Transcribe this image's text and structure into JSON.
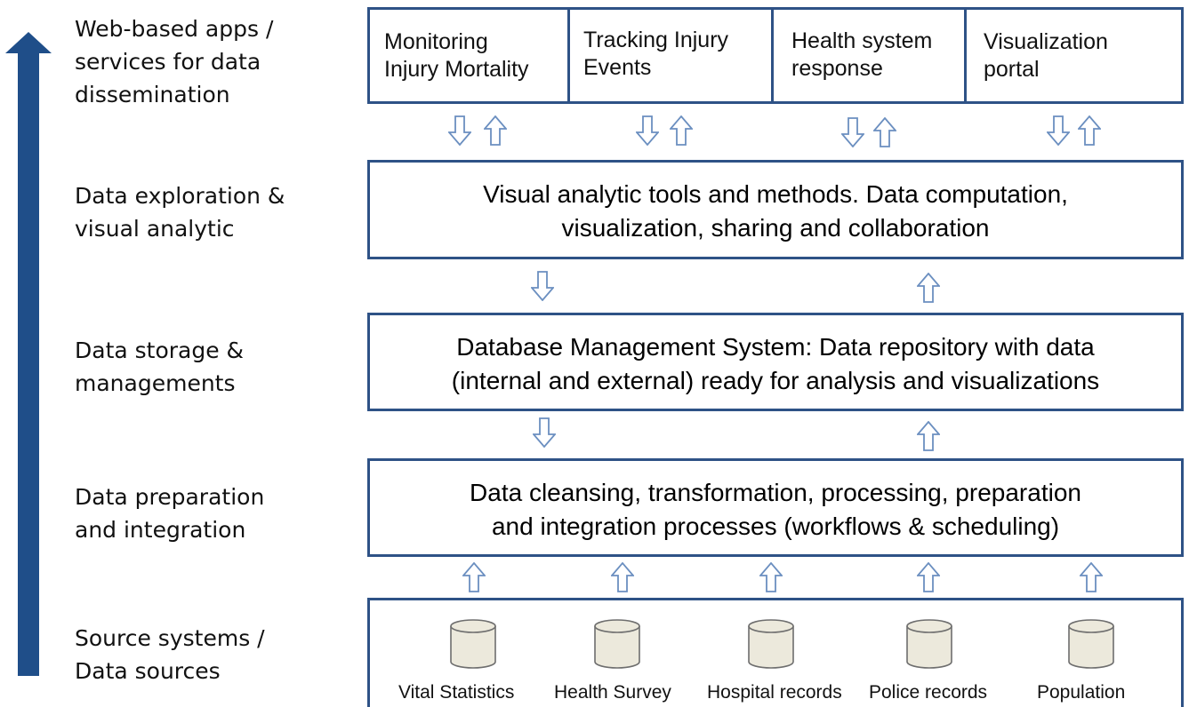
{
  "colors": {
    "box_border": "#2e5286",
    "big_arrow": "#1f4e89",
    "small_arrow": "#6b8fc0",
    "cylinder_fill": "#ece9dc",
    "cylinder_stroke": "#6e6e6e"
  },
  "layers": [
    {
      "label": "Web-based apps /\nservices for data\ndissemination"
    },
    {
      "label": "Data exploration &\nvisual analytic"
    },
    {
      "label": "Data storage &\nmanagements"
    },
    {
      "label": "Data preparation\nand integration"
    },
    {
      "label": "Source systems /\nData sources"
    }
  ],
  "apps": [
    {
      "label": "Monitoring\nInjury Mortality"
    },
    {
      "label": "Tracking Injury\nEvents"
    },
    {
      "label": "Health system\nresponse"
    },
    {
      "label": "Visualization\nportal"
    }
  ],
  "boxes": {
    "analytics": "Visual analytic tools and methods. Data computation,\nvisualization, sharing and collaboration",
    "storage": "Database Management System: Data repository with data\n(internal and external) ready for analysis and visualizations",
    "preparation": "Data cleansing, transformation, processing, preparation\nand integration processes (workflows & scheduling)"
  },
  "sources": [
    {
      "label": "Vital Statistics"
    },
    {
      "label": "Health Survey"
    },
    {
      "label": "Hospital records"
    },
    {
      "label": "Police records"
    },
    {
      "label": "Population"
    }
  ],
  "icons": {
    "big_arrow": "up-arrow",
    "small_arrow": "hollow-arrow",
    "database": "cylinder"
  }
}
